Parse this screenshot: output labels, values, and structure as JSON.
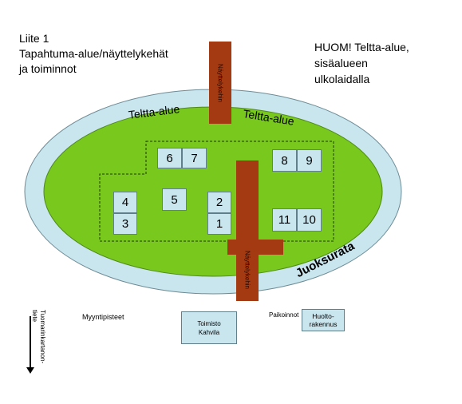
{
  "header": {
    "line1": "Liite 1",
    "line2": "Tapahtuma-alue/näyttelykehät",
    "line3": "ja toiminnot"
  },
  "note": {
    "line1": "HUOM! Teltta-alue,",
    "line2": "sisäalueen",
    "line3": "ulkolaidalla"
  },
  "areas": {
    "tent_label_left": "Teltta-alue",
    "tent_label_right": "Teltta-alue",
    "track_label": "Juoksurata",
    "bridge_top_label": "Näyttelykehin",
    "bridge_bottom_label": "Näyttelykehin"
  },
  "rings": [
    "1",
    "2",
    "3",
    "4",
    "5",
    "6",
    "7",
    "8",
    "9",
    "10",
    "11"
  ],
  "bottom": {
    "road_label_line1": "Tuomarinkartanon-",
    "road_label_line2": "tiete",
    "sales_points": "Myyntipisteet",
    "office_line1": "Toimisto",
    "office_line2": "Kahvila",
    "parking": "Paikoinnot",
    "maintenance_line1": "Huolto-",
    "maintenance_line2": "rakennus"
  },
  "colors": {
    "track": "#c9e6ef",
    "field": "#78c81e",
    "bridge": "#a33a12",
    "box": "#c9e6ef",
    "box_border": "#5f7f8b"
  }
}
